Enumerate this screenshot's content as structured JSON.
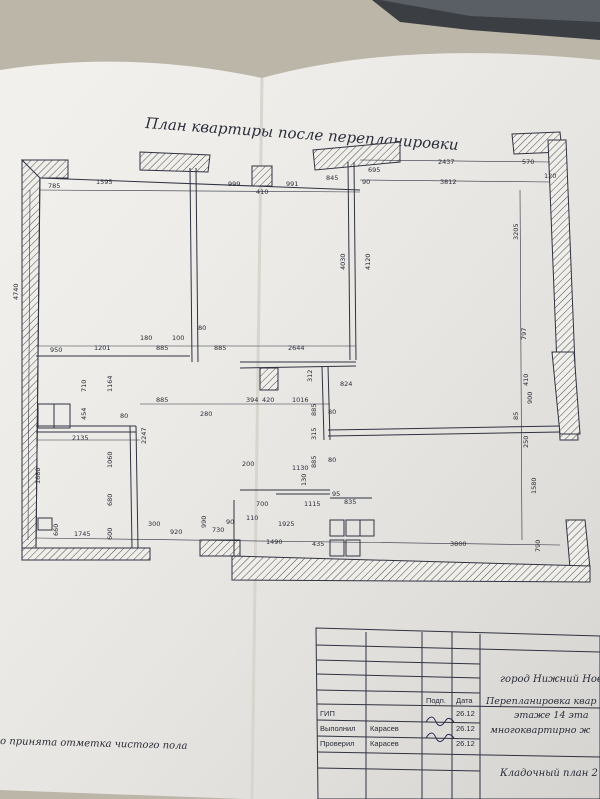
{
  "sheet": {
    "title": "План квартиры после перепланировки",
    "note": "о принята отметка чистого пола"
  },
  "title_block": {
    "city": "город Нижний Новг",
    "headers": {
      "sign": "Подп.",
      "date": "Дата"
    },
    "rows": [
      {
        "role": "ГИП",
        "name": "",
        "date": "26.12"
      },
      {
        "role": "Выполнил",
        "name": "Карасев",
        "date": "26.12"
      },
      {
        "role": "Проверил",
        "name": "Карасев",
        "date": "26.12"
      }
    ],
    "project_lines": [
      "Перепланировка квар",
      "этаже 14 эта",
      "многоквартирно ж"
    ],
    "sheet_name": "Кладочный план 2"
  },
  "dimensions": [
    "785",
    "1595",
    "999",
    "410",
    "991",
    "845",
    "695",
    "2437",
    "570",
    "90",
    "3812",
    "120",
    "4740",
    "4030",
    "4120",
    "3205",
    "950",
    "1201",
    "180",
    "885",
    "100",
    "80",
    "885",
    "2644",
    "797",
    "710",
    "1164",
    "312",
    "824",
    "410",
    "454",
    "80",
    "885",
    "280",
    "394",
    "420",
    "1016",
    "885",
    "80",
    "900",
    "2135",
    "2247",
    "1060",
    "315",
    "85",
    "1680",
    "200",
    "1130",
    "885",
    "80",
    "250",
    "1580",
    "680",
    "130",
    "95",
    "835",
    "660",
    "1745",
    "600",
    "300",
    "920",
    "990",
    "730",
    "90",
    "110",
    "700",
    "1115",
    "1925",
    "1490",
    "435",
    "3800",
    "790"
  ],
  "colors": {
    "background": "#b9b3a6",
    "paper": "#f2f0ec",
    "ink": "#2a2d3a"
  }
}
